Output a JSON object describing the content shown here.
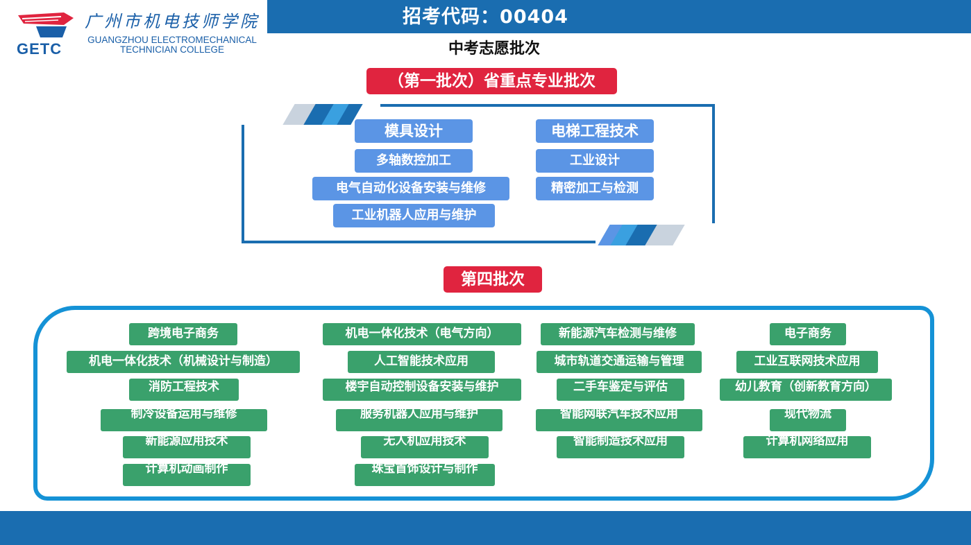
{
  "header": {
    "code_title": "招考代码：00404",
    "logo_cn": "广州市机电技师学院",
    "logo_letters": "GETC",
    "logo_en_line1": "GUANGZHOU ELECTROMECHANICAL",
    "logo_en_line2": "TECHNICIAN COLLEGE"
  },
  "subtitle": "中考志愿批次",
  "batch1": {
    "label": "（第一批次）省重点专业批次",
    "majors": [
      "模具设计",
      "电梯工程技术",
      "多轴数控加工",
      "工业设计",
      "电气自动化设备安装与维修",
      "精密加工与检测",
      "工业机器人应用与维护"
    ]
  },
  "batch4": {
    "label": "第四批次",
    "majors": [
      "跨境电子商务",
      "机电一体化技术（电气方向）",
      "新能源汽车检测与维修",
      "电子商务",
      "机电一体化技术（机械设计与制造）",
      "人工智能技术应用",
      "城市轨道交通运输与管理",
      "工业互联网技术应用",
      "消防工程技术",
      "楼宇自动控制设备安装与维护",
      "二手车鉴定与评估",
      "幼儿教育（创新教育方向）",
      "制冷设备运用与维修",
      "服务机器人应用与维护",
      "智能网联汽车技术应用",
      "现代物流",
      "新能源应用技术",
      "无人机应用技术",
      "智能制造技术应用",
      "计算机网络应用",
      "计算机动画制作",
      "珠宝首饰设计与制作"
    ]
  },
  "colors": {
    "bar_blue": "#1a6db0",
    "banner_red": "#e0243f",
    "btn_blue": "#5b95e5",
    "btn_green": "#3aa16c",
    "frame_blue": "#1592d6"
  }
}
